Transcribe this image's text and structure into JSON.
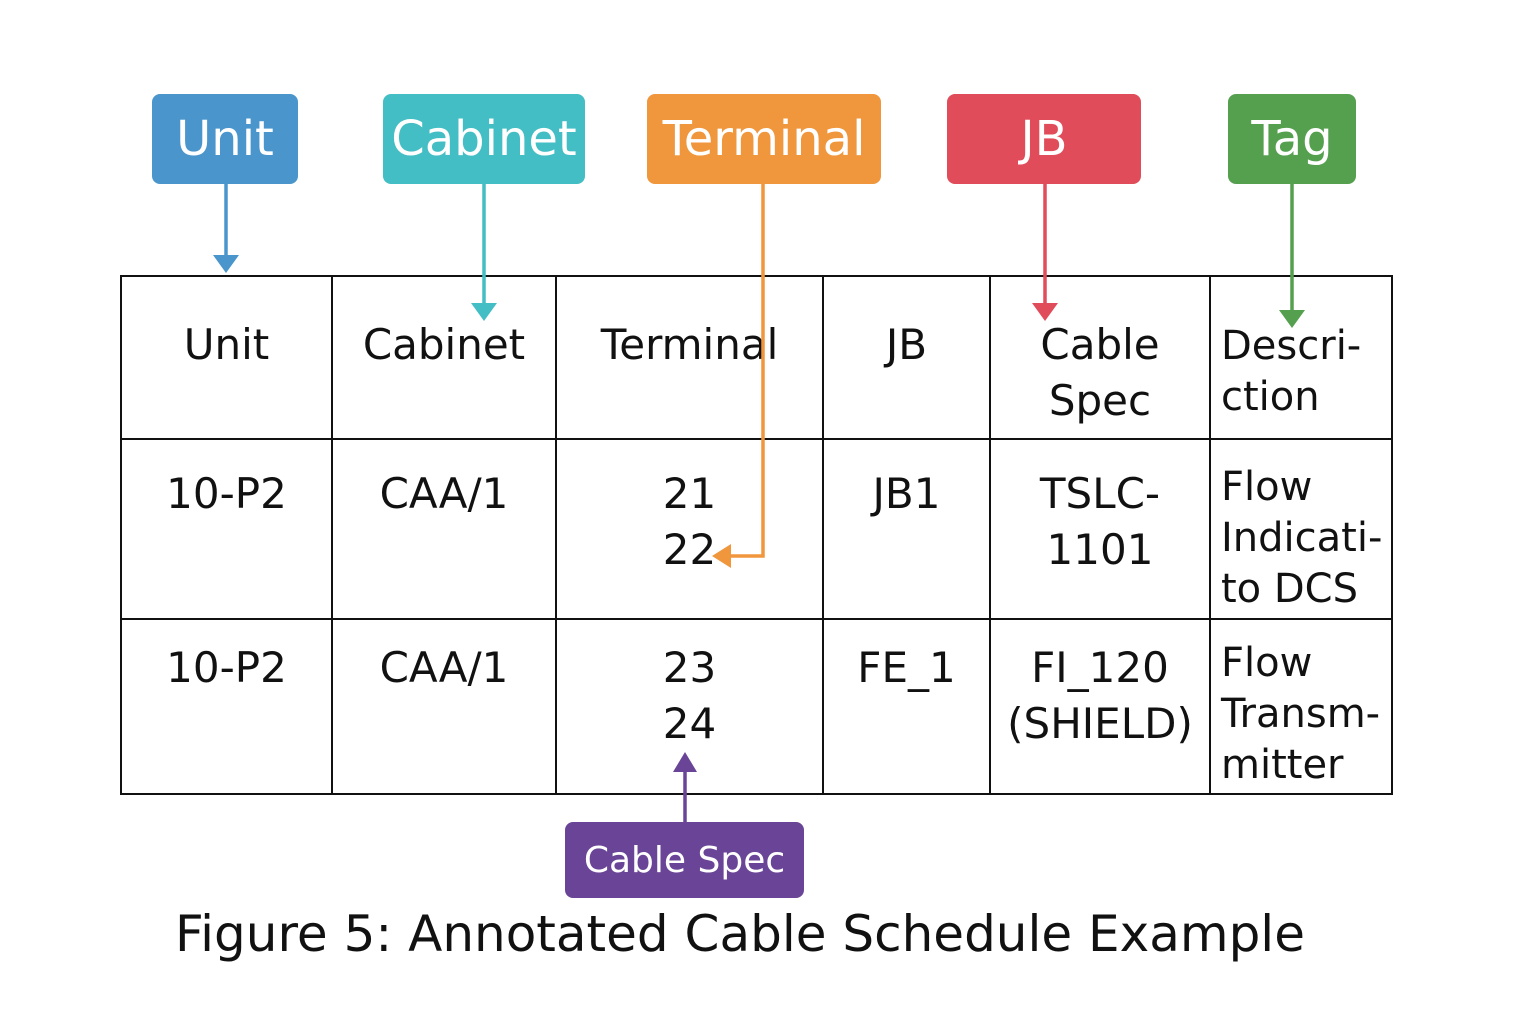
{
  "labels": {
    "unit": "Unit",
    "cabinet": "Cabinet",
    "terminal": "Terminal",
    "jb": "JB",
    "tag": "Tag",
    "cable_spec": "Cable Spec"
  },
  "colors": {
    "unit": "#4a96cc",
    "cabinet": "#43bec4",
    "terminal": "#f0963c",
    "jb": "#e14c5a",
    "tag": "#55a04f",
    "cable_spec": "#6a4597"
  },
  "table": {
    "headers": [
      "Unit",
      "Cabinet",
      "Terminal",
      "JB",
      "Cable\nSpec",
      "Descri-\nction"
    ],
    "rows": [
      [
        "10-P2",
        "CAA/1",
        "21\n22",
        "JB1",
        "TSLC-1101",
        "Flow\nIndicati-\nto DCS"
      ],
      [
        "10-P2",
        "CAA/1",
        "23\n24",
        "FE_1",
        "FI_120\n(SHIELD)",
        "Flow\nTransm-\nmitter"
      ]
    ]
  },
  "caption": "Figure 5: Annotated Cable Schedule Example"
}
